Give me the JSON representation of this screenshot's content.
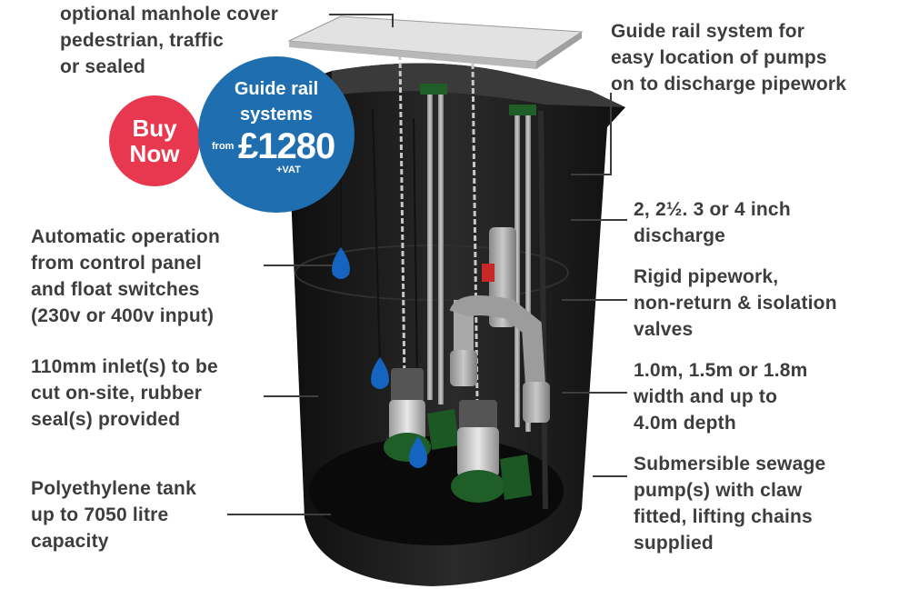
{
  "badges": {
    "buy": [
      "Buy",
      "Now"
    ],
    "guide": {
      "line1": "Guide rail",
      "line2": "systems",
      "from": "from",
      "price": "£1280",
      "vat": "+VAT"
    }
  },
  "callouts": {
    "manhole": [
      "optional manhole cover",
      "pedestrian, traffic",
      "or sealed"
    ],
    "guide_rail": [
      "Guide rail system for",
      "easy location of pumps",
      "on to discharge pipework"
    ],
    "automatic": [
      "Automatic operation",
      "from control panel",
      "and float switches",
      "(230v or 400v input)"
    ],
    "inlet": [
      "110mm inlet(s) to be",
      "cut on-site, rubber",
      "seal(s) provided"
    ],
    "tank": [
      "Polyethylene tank",
      "up to 7050 litre",
      "capacity"
    ],
    "discharge": [
      "2, 2½. 3 or 4 inch",
      "discharge"
    ],
    "pipework": [
      "Rigid pipework,",
      "non-return & isolation",
      "valves"
    ],
    "width": [
      "1.0m, 1.5m or 1.8m",
      "width and up to",
      "4.0m depth"
    ],
    "pumps": [
      "Submersible sewage",
      "pump(s) with claw",
      "fitted, lifting chains",
      "supplied"
    ]
  },
  "colors": {
    "tank": "#1a1a1a",
    "buy_badge": "#e8384f",
    "guide_badge": "#1f6fb0",
    "pump_green": "#1f5f27",
    "float_blue": "#1565c0"
  }
}
